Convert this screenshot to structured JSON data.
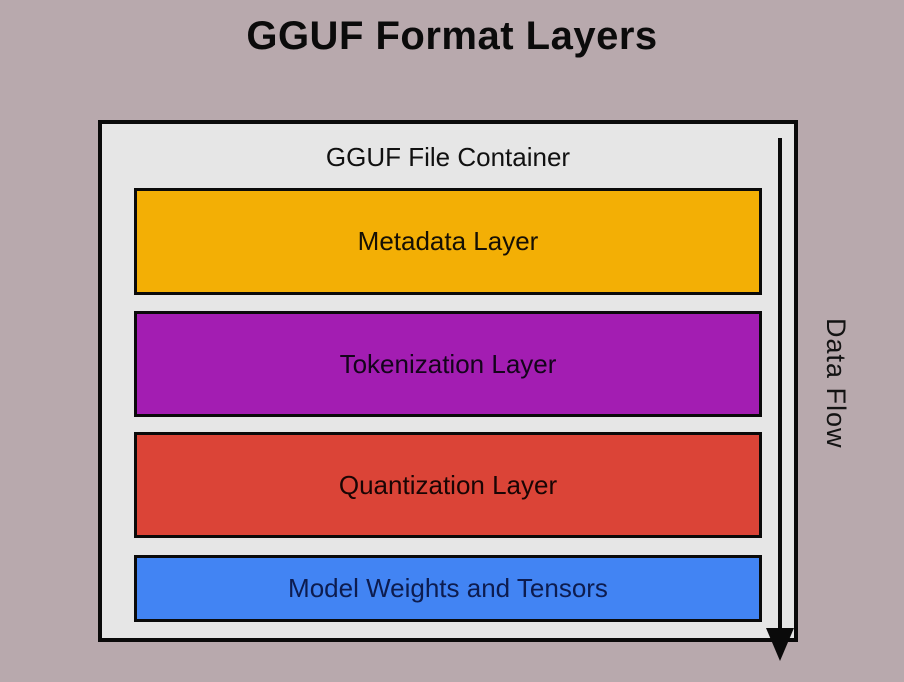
{
  "title": "GGUF Format Layers",
  "container": {
    "label": "GGUF File Container"
  },
  "layers": [
    {
      "label": "Metadata Layer",
      "color": "#F3AF05",
      "text_color": "#161005"
    },
    {
      "label": "Tokenization Layer",
      "color": "#A31DB2",
      "text_color": "#14041b"
    },
    {
      "label": "Quantization Layer",
      "color": "#DB4437",
      "text_color": "#190504"
    },
    {
      "label": "Model Weights and Tensors",
      "color": "#4284F3",
      "text_color": "#0D1C4F"
    }
  ],
  "arrow": {
    "label": "Data Flow",
    "color": "#0a0a0a"
  },
  "colors": {
    "background": "#B8A9AD",
    "container_bg": "#E6E6E6"
  }
}
